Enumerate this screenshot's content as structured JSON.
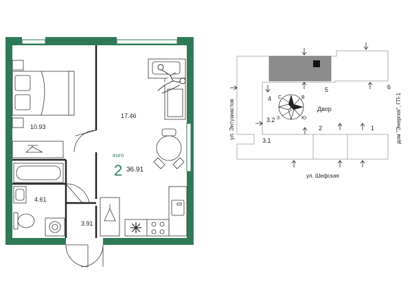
{
  "plan": {
    "rooms": [
      {
        "id": "bedroom",
        "area": "10.93"
      },
      {
        "id": "living-kitchen",
        "area": "17.46"
      },
      {
        "id": "bathroom",
        "area": "4.61"
      },
      {
        "id": "hall",
        "area": "3.91"
      }
    ],
    "layout_type": "euro",
    "room_count": "2",
    "total_area": "36.91",
    "accent_color": "#2e7a57"
  },
  "site": {
    "streets": {
      "west": "ул. Энтузиастов",
      "south": "ул. Шефская",
      "east": "дом \"Энергия\", ГП-1"
    },
    "yard_label": "Двор",
    "section_numbers": [
      "1",
      "2",
      "3.1",
      "3.2",
      "4",
      "5",
      "6"
    ],
    "compass_letters": [
      "С",
      "Ю",
      "З",
      "В"
    ],
    "highlight_color": "#8c8c8c"
  }
}
